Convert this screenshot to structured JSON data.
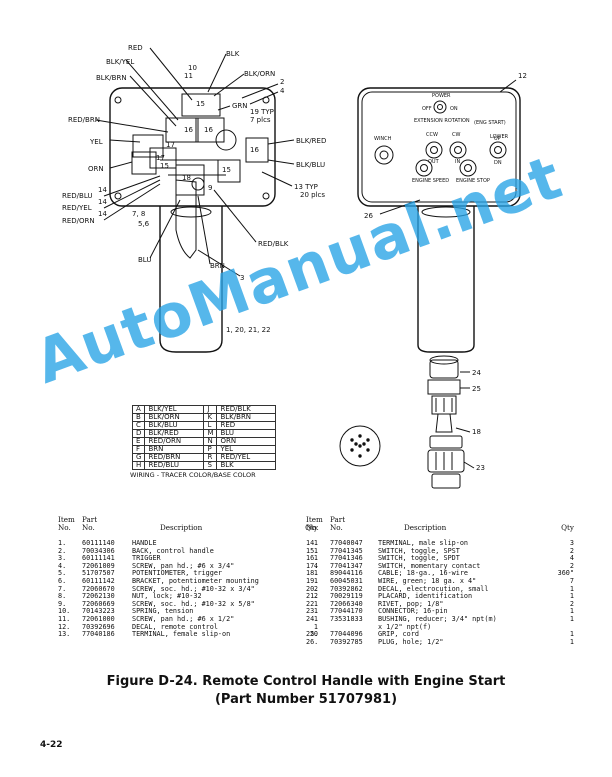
{
  "diagram": {
    "left_labels": [
      "RED",
      "BLK/YEL",
      "BLK/BRN",
      "RED/BRN",
      "YEL",
      "ORN",
      "RED/BLU",
      "RED/YEL",
      "RED/ORN",
      "BLU",
      "BRN",
      "RED/BLK",
      "BLK",
      "BLK/ORN",
      "GRN",
      "BLK/RED",
      "BLK/BLU",
      "13 TYP",
      "20 plcs",
      "19 TYP",
      "7 plcs",
      "10",
      "11",
      "2",
      "4",
      "3",
      "9",
      "1, 20, 21, 22",
      "14",
      "14",
      "14",
      "7, 8",
      "5,6",
      "16",
      "16",
      "15",
      "15",
      "17",
      "17",
      "18",
      "15",
      "16",
      "12",
      "26",
      "24",
      "25",
      "18",
      "23"
    ],
    "panel": {
      "power": "POWER",
      "off": "OFF",
      "on": "ON",
      "ext": "EXTENSION ROTATION",
      "eng_start": "(ENG START)",
      "winch": "WINCH",
      "lower": "LOWER",
      "ccw": "CCW",
      "cw": "CW",
      "out": "OUT",
      "in": "IN",
      "up": "UP",
      "dn": "DN",
      "engine_speed": "ENGINE SPEED",
      "engine_stop": "ENGINE STOP"
    }
  },
  "wire_table": {
    "rows": [
      [
        "A",
        "BLK/YEL",
        "J",
        "RED/BLK"
      ],
      [
        "B",
        "BLK/ORN",
        "K",
        "BLK/BRN"
      ],
      [
        "C",
        "BLK/BLU",
        "L",
        "RED"
      ],
      [
        "D",
        "BLK/RED",
        "M",
        "BLU"
      ],
      [
        "E",
        "RED/ORN",
        "N",
        "ORN"
      ],
      [
        "F",
        "BRN",
        "P",
        "YEL"
      ],
      [
        "G",
        "RED/BRN",
        "R",
        "RED/YEL"
      ],
      [
        "H",
        "RED/BLU",
        "S",
        "BLK"
      ]
    ],
    "caption": "WIRING - TRACER COLOR/BASE COLOR"
  },
  "parts_headers": {
    "item": "Item",
    "no": "No.",
    "part": "Part",
    "pno": "No.",
    "desc": "Description",
    "qty": "Qty"
  },
  "parts_left": [
    [
      "1.",
      "60111140",
      "HANDLE",
      "1"
    ],
    [
      "2.",
      "70034306",
      "BACK, control handle",
      "1"
    ],
    [
      "3.",
      "60111141",
      "TRIGGER",
      "1"
    ],
    [
      "4.",
      "72061009",
      "SCREW, pan hd.; #6 x 3/4\"",
      "4"
    ],
    [
      "5.",
      "51707507",
      "POTENTIOMETER, trigger",
      "1"
    ],
    [
      "6.",
      "60111142",
      "BRACKET, potentiometer mounting",
      "1"
    ],
    [
      "7.",
      "72060670",
      "SCREW, soc. hd.; #10-32 x 3/4\"",
      "2"
    ],
    [
      "8.",
      "72062130",
      "NUT, lock; #10-32",
      "2"
    ],
    [
      "9.",
      "72060669",
      "SCREW, soc. hd.; #10-32 x 5/8\"",
      "1"
    ],
    [
      "10.",
      "70143223",
      "SPRING, tension",
      "1"
    ],
    [
      "11.",
      "72061000",
      "SCREW, pan hd.; #6 x 1/2\"",
      "1"
    ],
    [
      "12.",
      "70392696",
      "DECAL, remote control",
      "1"
    ],
    [
      "13.",
      "77040186",
      "TERMINAL, female slip-on",
      "20"
    ]
  ],
  "parts_right": [
    [
      "14.",
      "77040047",
      "TERMINAL, male slip-on",
      "3"
    ],
    [
      "15.",
      "77041345",
      "SWITCH, toggle, SPST",
      "2"
    ],
    [
      "16.",
      "77041346",
      "SWITCH, toggle, SPDT",
      "4"
    ],
    [
      "17.",
      "77041347",
      "SWITCH, momentary contact",
      "2"
    ],
    [
      "18.",
      "89044116",
      "CABLE; 18-ga., 16-wire",
      "360\""
    ],
    [
      "19.",
      "60045031",
      "WIRE, green; 18 ga. x 4\"",
      "7"
    ],
    [
      "20.",
      "70392862",
      "DECAL, electrocution, small",
      "1"
    ],
    [
      "21.",
      "70029119",
      "PLACARD, identification",
      "1"
    ],
    [
      "22.",
      "72066340",
      "RIVET, pop; 1/8\"",
      "2"
    ],
    [
      "23.",
      "77044170",
      "CONNECTOR; 16-pin",
      "1"
    ],
    [
      "24.",
      "73531833",
      "BUSHING, reducer; 3/4\" npt(m)",
      "1"
    ],
    [
      "",
      "",
      "x 1/2\" npt(f)",
      ""
    ],
    [
      "25.",
      "77044096",
      "GRIP, cord",
      "1"
    ],
    [
      "26.",
      "70392785",
      "PLUG, hole; 1/2\"",
      "1"
    ]
  ],
  "caption": {
    "line1": "Figure D-24. Remote Control Handle with Engine Start",
    "line2": "(Part Number 51707981)"
  },
  "watermark": "AutoManual.net",
  "page_number": "4-22"
}
